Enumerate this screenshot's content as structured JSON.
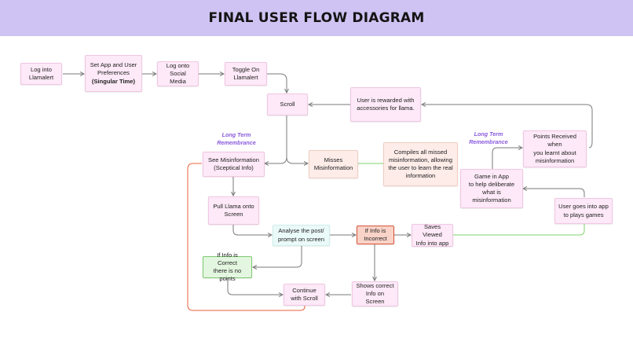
{
  "title": "FINAL USER FLOW DIAGRAM",
  "colors": {
    "header_bg": "#cfc3f3",
    "node_pink": "#fde9f7",
    "node_peach": "#fdece8",
    "node_red": "#f9d3c8",
    "node_green": "#e3f6df",
    "node_cyan": "#eafaf9",
    "edge_gray": "#7a7a7a",
    "edge_green": "#7fd36f",
    "edge_orange": "#e8623c",
    "note_purple": "#8a5bde"
  },
  "nodes": {
    "log_into_app": "Log into\nLlamalert",
    "set_app_line1": "Set App and User\nPreferences",
    "set_app_line2": "(Singular Time)",
    "log_social": "Log onto\nSocial Media",
    "toggle_on": "Toggle On\nLlamalert",
    "scroll": "Scroll",
    "rewarded": "User is rewarded with\naccessories for llama.",
    "see_misinfo": "See Misinformation\n(Sceptical Info)",
    "misses": "Misses\nMisinformation",
    "compiles": "Compiles all missed\nmisinformation, allowing\nthe user to learn the real\ninformation",
    "points_received": "Points Received when\nyou learnt about\nmisinformation",
    "game_in_app": "Game in App\nto help deliberate\nwhat is misinformation",
    "goes_into_app": "User goes into app\nto plays games",
    "pull_llama": "Pull Llama onto\nScreen",
    "analyse": "Analyse the post/\nprompt on screen",
    "if_incorrect": "If Info is\nIncorrect",
    "saves_viewed": "Saves Viewed\nInfo into app",
    "if_correct": "If Info is Correct\nthere is no points",
    "continue_scroll": "Continue\nwith Scroll",
    "shows_correct": "Shows correct\nInfo on Screen"
  },
  "notes": {
    "long_term_left": "Long Term\nRemembrance",
    "long_term_right": "Long Term\nRemembrance"
  }
}
